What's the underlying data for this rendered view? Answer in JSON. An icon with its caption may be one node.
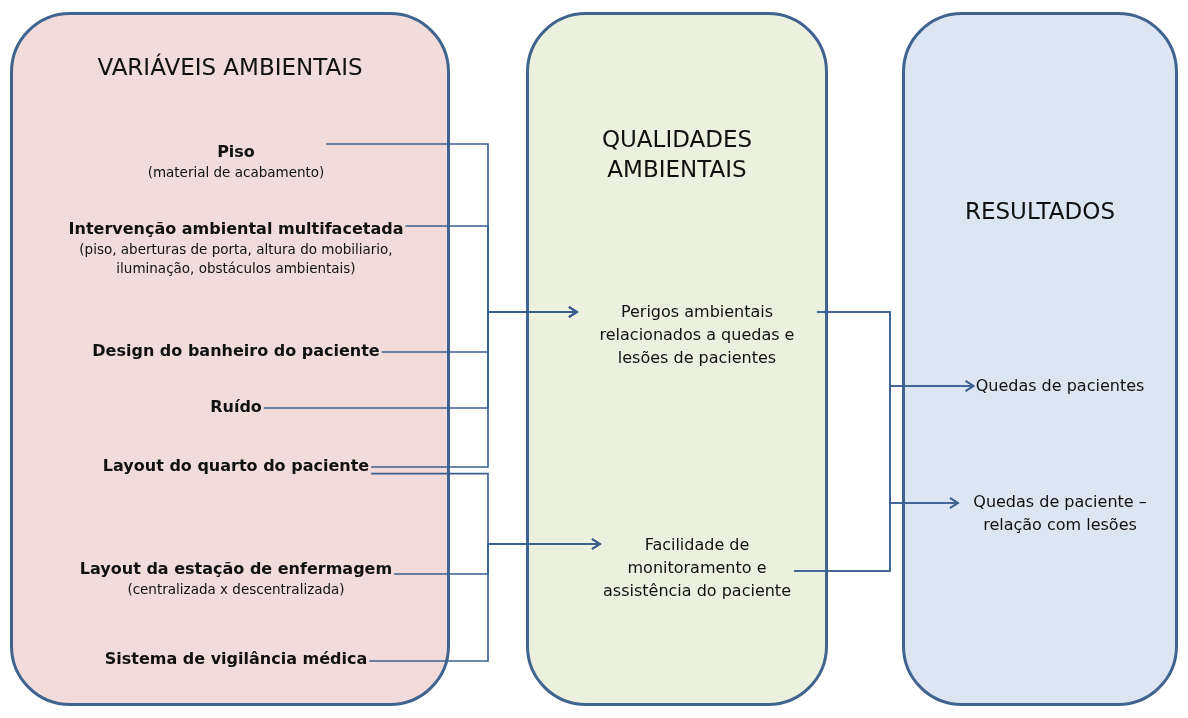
{
  "diagram": {
    "nodes": [
      {
        "text": [
          "VARIÁVEIS  AMBIENTAIS"
        ]
      },
      {
        "text": [
          "Piso",
          "(material de acabamento)"
        ],
        "in": 0
      },
      {
        "text": [
          "Intervenção ambiental multifacetada",
          "(piso, aberturas de porta, altura do mobiliario, iluminação, obstáculos ambientais)"
        ],
        "in": 0
      },
      {
        "text": [
          "Design do banheiro do paciente"
        ],
        "in": 0
      },
      {
        "text": [
          "Ruído"
        ],
        "in": 0
      },
      {
        "text": [
          "Layout do quarto do paciente"
        ],
        "in": 0
      },
      {
        "text": [
          "Layout da estação de enfermagem",
          "(centralizada x descentralizada)"
        ],
        "in": 0
      },
      {
        "text": [
          "Sistema de vigilância médica"
        ],
        "in": 0
      },
      {
        "text": [
          "QUALIDADES AMBIENTAIS"
        ]
      },
      {
        "text": [
          "Perigos ambientais relacionados a quedas e lesões de pacientes"
        ],
        "in": 8
      },
      {
        "text": [
          "Facilidade de monitoramento e assistência do paciente"
        ],
        "in": 8
      },
      {
        "text": [
          "RESULTADOS"
        ]
      },
      {
        "text": [
          "Quedas de pacientes"
        ],
        "in": 11
      },
      {
        "text": [
          "Quedas de paciente – relação com lesões"
        ],
        "in": 11
      }
    ],
    "edges": [
      {
        "from": 1,
        "to": 9,
        "arrow": "to"
      },
      {
        "from": 2,
        "to": 9,
        "arrow": "to"
      },
      {
        "from": 3,
        "to": 9,
        "arrow": "to"
      },
      {
        "from": 4,
        "to": 9,
        "arrow": "to"
      },
      {
        "from": 5,
        "to": 9,
        "arrow": "to"
      },
      {
        "from": 5,
        "to": 10,
        "arrow": "to"
      },
      {
        "from": 6,
        "to": 10,
        "arrow": "to"
      },
      {
        "from": 7,
        "to": 10,
        "arrow": "to"
      },
      {
        "from": 9,
        "to": 12,
        "arrow": "to"
      },
      {
        "from": 9,
        "to": 13,
        "arrow": "to"
      },
      {
        "from": 10,
        "to": 12,
        "arrow": "to"
      },
      {
        "from": 10,
        "to": 13,
        "arrow": "to"
      }
    ]
  }
}
